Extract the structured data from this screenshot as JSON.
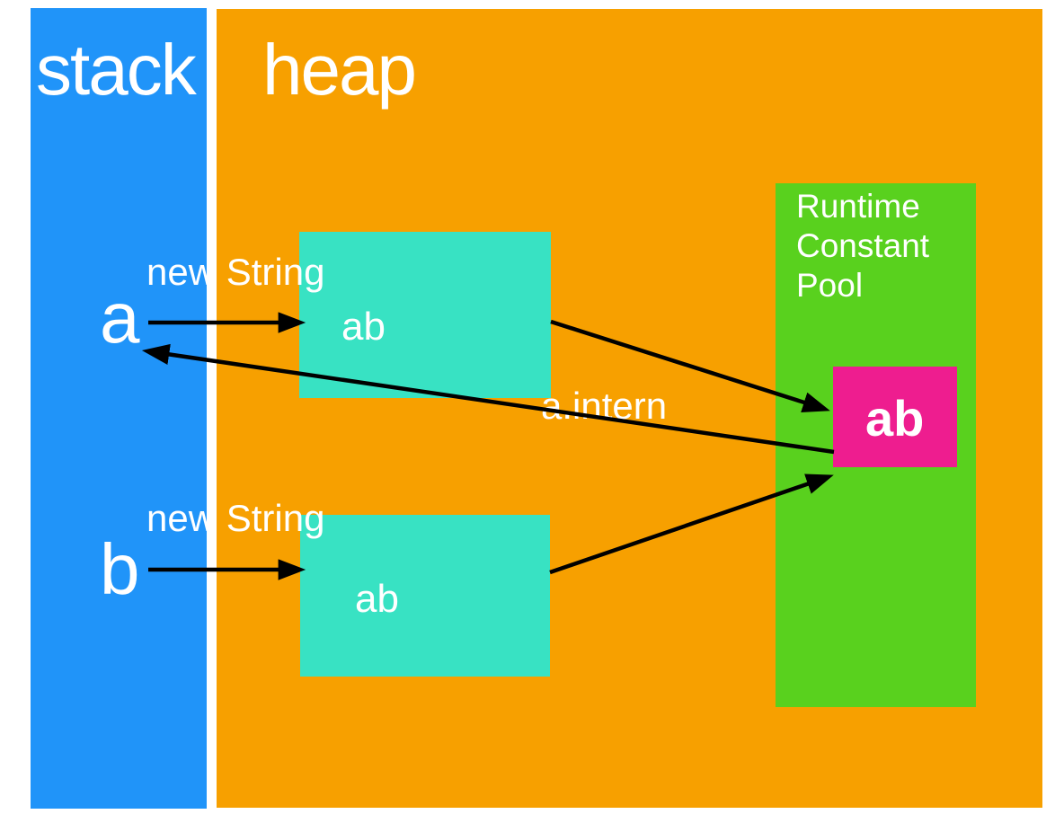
{
  "diagram": {
    "regions": {
      "stack": {
        "label": "stack",
        "color": "#2094F9"
      },
      "heap": {
        "label": "heap",
        "color": "#F7A000"
      },
      "runtime_constant_pool": {
        "label": "Runtime Constant Pool",
        "color": "#59D11E"
      }
    },
    "stack_variables": {
      "a": "a",
      "b": "b"
    },
    "heap_objects": {
      "string_a": {
        "value": "ab",
        "color": "#38E2C3"
      },
      "string_b": {
        "value": "ab",
        "color": "#38E2C3"
      },
      "pool_string": {
        "value": "ab",
        "color": "#EE1D8F"
      }
    },
    "edge_labels": {
      "new_string_a": "new String",
      "new_string_b": "new String",
      "intern": "a.intern"
    },
    "text_color": "#FFFFFF",
    "arrow_color": "#000000"
  }
}
